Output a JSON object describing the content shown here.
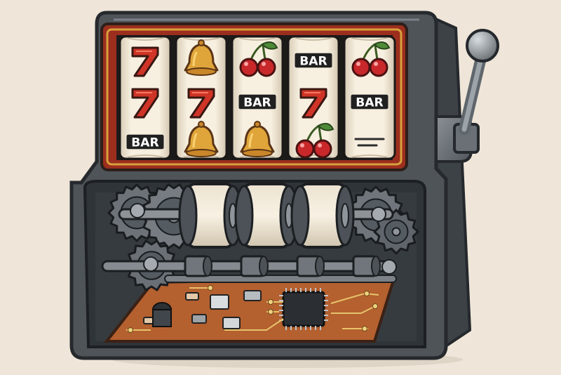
{
  "colors": {
    "background": "#efe6d9",
    "cabinet": "#4f5459",
    "cabinet_dark": "#30353a",
    "cabinet_light": "#767c82",
    "window_frame": "#9c2e1e",
    "gold_trim": "#d7a13c",
    "reel_face": "#f3ead7",
    "seven_red": "#cf3427",
    "bell_gold": "#e0a53a",
    "cherry_red": "#c9282a",
    "leaf_green": "#4e8a38",
    "bar_black": "#202020",
    "pcb": "#b4602f",
    "chip": "#2b2f34"
  },
  "machine": {
    "reel_labels": {
      "bar": "BAR"
    },
    "reels": [
      {
        "symbols": [
          "seven",
          "seven",
          "bar"
        ]
      },
      {
        "symbols": [
          "bell",
          "seven",
          "bell"
        ]
      },
      {
        "symbols": [
          "cherry",
          "bar",
          "bell"
        ]
      },
      {
        "symbols": [
          "bar",
          "seven",
          "cherry"
        ]
      },
      {
        "symbols": [
          "cherry",
          "bar",
          "dash"
        ]
      }
    ],
    "icons": {
      "lever": "lever-icon",
      "gears": "gear-icon",
      "chip": "chip-icon"
    }
  }
}
